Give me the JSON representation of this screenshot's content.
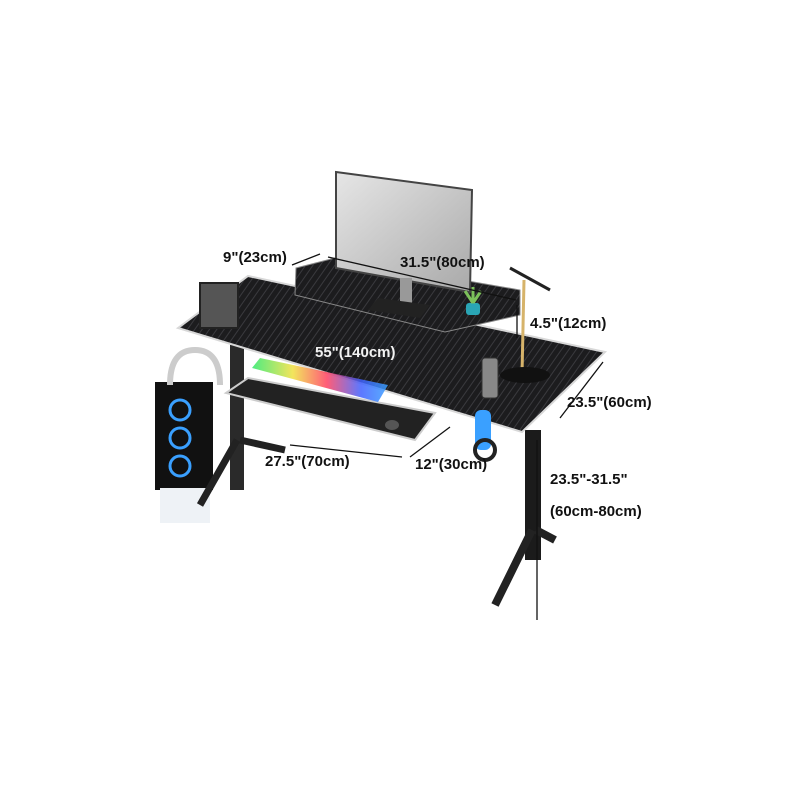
{
  "dimensions": {
    "shelf_depth": "9\"(23cm)",
    "shelf_width": "31.5\"(80cm)",
    "shelf_height": "4.5\"(12cm)",
    "desk_width": "55\"(140cm)",
    "desk_depth": "23.5\"(60cm)",
    "tray_width": "27.5\"(70cm)",
    "tray_depth": "12\"(30cm)",
    "desk_height_in": "23.5\"-31.5\"",
    "desk_height_cm": "(60cm-80cm)"
  },
  "colors": {
    "desk": "#1c1c1e",
    "edge": "#d8d8d8",
    "rgb_accent": "#3aa0ff"
  }
}
